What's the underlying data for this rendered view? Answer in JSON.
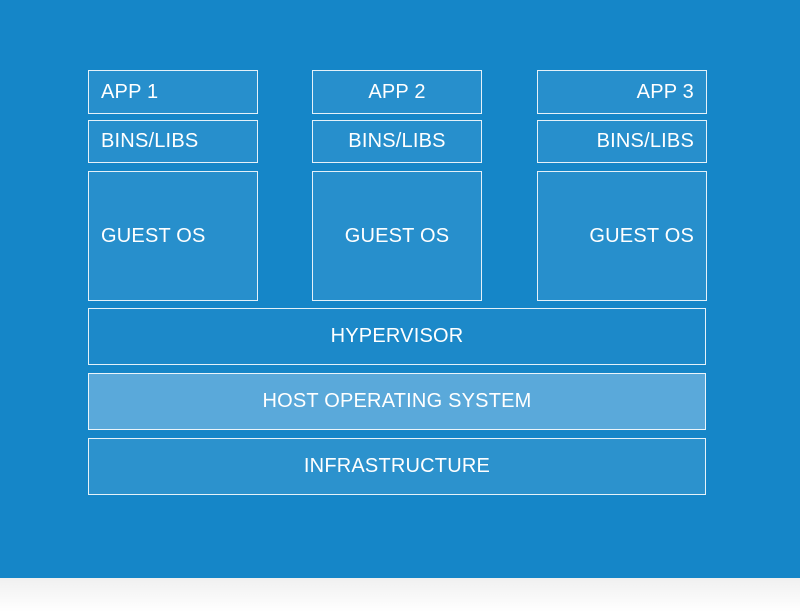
{
  "diagram": {
    "columns": [
      {
        "app_label": "APP 1",
        "bins_label": "BINS/LIBS",
        "guest_label": "GUEST OS"
      },
      {
        "app_label": "APP 2",
        "bins_label": "BINS/LIBS",
        "guest_label": "GUEST OS"
      },
      {
        "app_label": "APP 3",
        "bins_label": "BINS/LIBS",
        "guest_label": "GUEST OS"
      }
    ],
    "layers": {
      "hypervisor": "HYPERVISOR",
      "host_os": "HOST OPERATING SYSTEM",
      "infrastructure": "INFRASTRUCTURE"
    }
  },
  "colors": {
    "background": "#1586c8",
    "border": "#ffffff",
    "host_fill": "#5aa9da"
  }
}
